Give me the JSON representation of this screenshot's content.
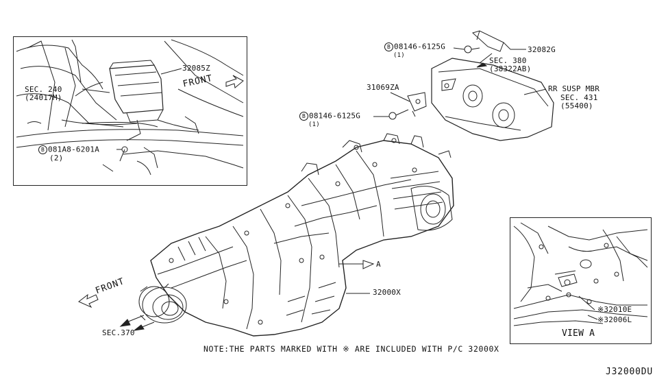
{
  "inset_top_left": {
    "part_32085z": "32085Z",
    "sec_240": "SEC. 240",
    "sec_240_ref": "(24017M)",
    "bolt_symbol": "B",
    "bolt_081a8": "081A8-6201A",
    "bolt_081a8_qty": "(2)",
    "front": "FRONT"
  },
  "top_right": {
    "bolt_symbol": "B",
    "bolt_top": "08146-6125G",
    "bolt_top_qty": "(1)",
    "part_32082g": "32082G",
    "sec_380": "SEC. 380",
    "sec_380_ref": "(38322AB)",
    "part_31069za": "31069ZA",
    "bolt_mid": "08146-6125G",
    "bolt_mid_qty": "(1)",
    "rr_susp": "RR SUSP MBR",
    "sec_431": "SEC. 431",
    "sec_431_ref": "(55400)"
  },
  "main": {
    "front": "FRONT",
    "sec_370": "SEC.370",
    "part_32000x": "32000X",
    "view_a_ref": "A"
  },
  "inset_view_a": {
    "title": "VIEW A",
    "part_32010e": "※32010E",
    "part_32006l": "※32006L"
  },
  "footer": {
    "note": "NOTE:THE PARTS MARKED WITH ※ ARE INCLUDED WITH P/C 32000X",
    "diagram_code": "J32000DU"
  }
}
